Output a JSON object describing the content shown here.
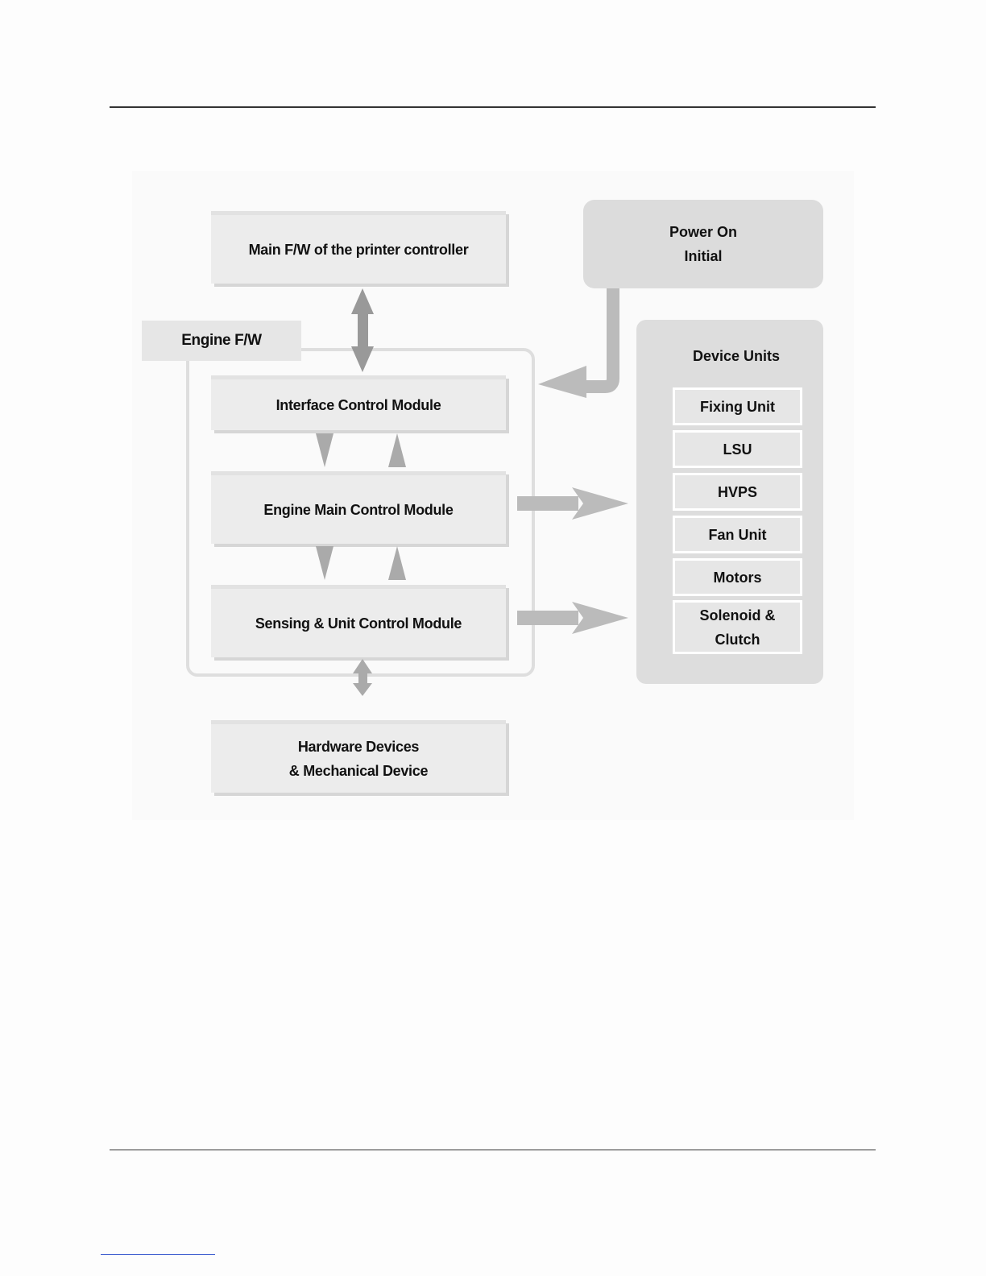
{
  "diagram": {
    "main_fw": "Main F/W of the printer controller",
    "power_on": {
      "line1": "Power On",
      "line2": "Initial"
    },
    "engine_fw": "Engine F/W",
    "interface_module": "Interface Control Module",
    "engine_main_module": "Engine Main Control Module",
    "sensing_module": "Sensing & Unit Control Module",
    "hardware": {
      "line1": "Hardware Devices",
      "line2": "& Mechanical Device"
    },
    "device_units": {
      "title": "Device Units",
      "units": [
        "Fixing Unit",
        "LSU",
        "HVPS",
        "Fan Unit",
        "Motors"
      ],
      "last_unit": {
        "line1": "Solenoid &",
        "line2": "Clutch"
      }
    }
  },
  "colors": {
    "box_fill": "#ececec",
    "panel_fill": "#dddddd",
    "arrow_dark": "#999999",
    "arrow_light": "#bbbbbb"
  }
}
